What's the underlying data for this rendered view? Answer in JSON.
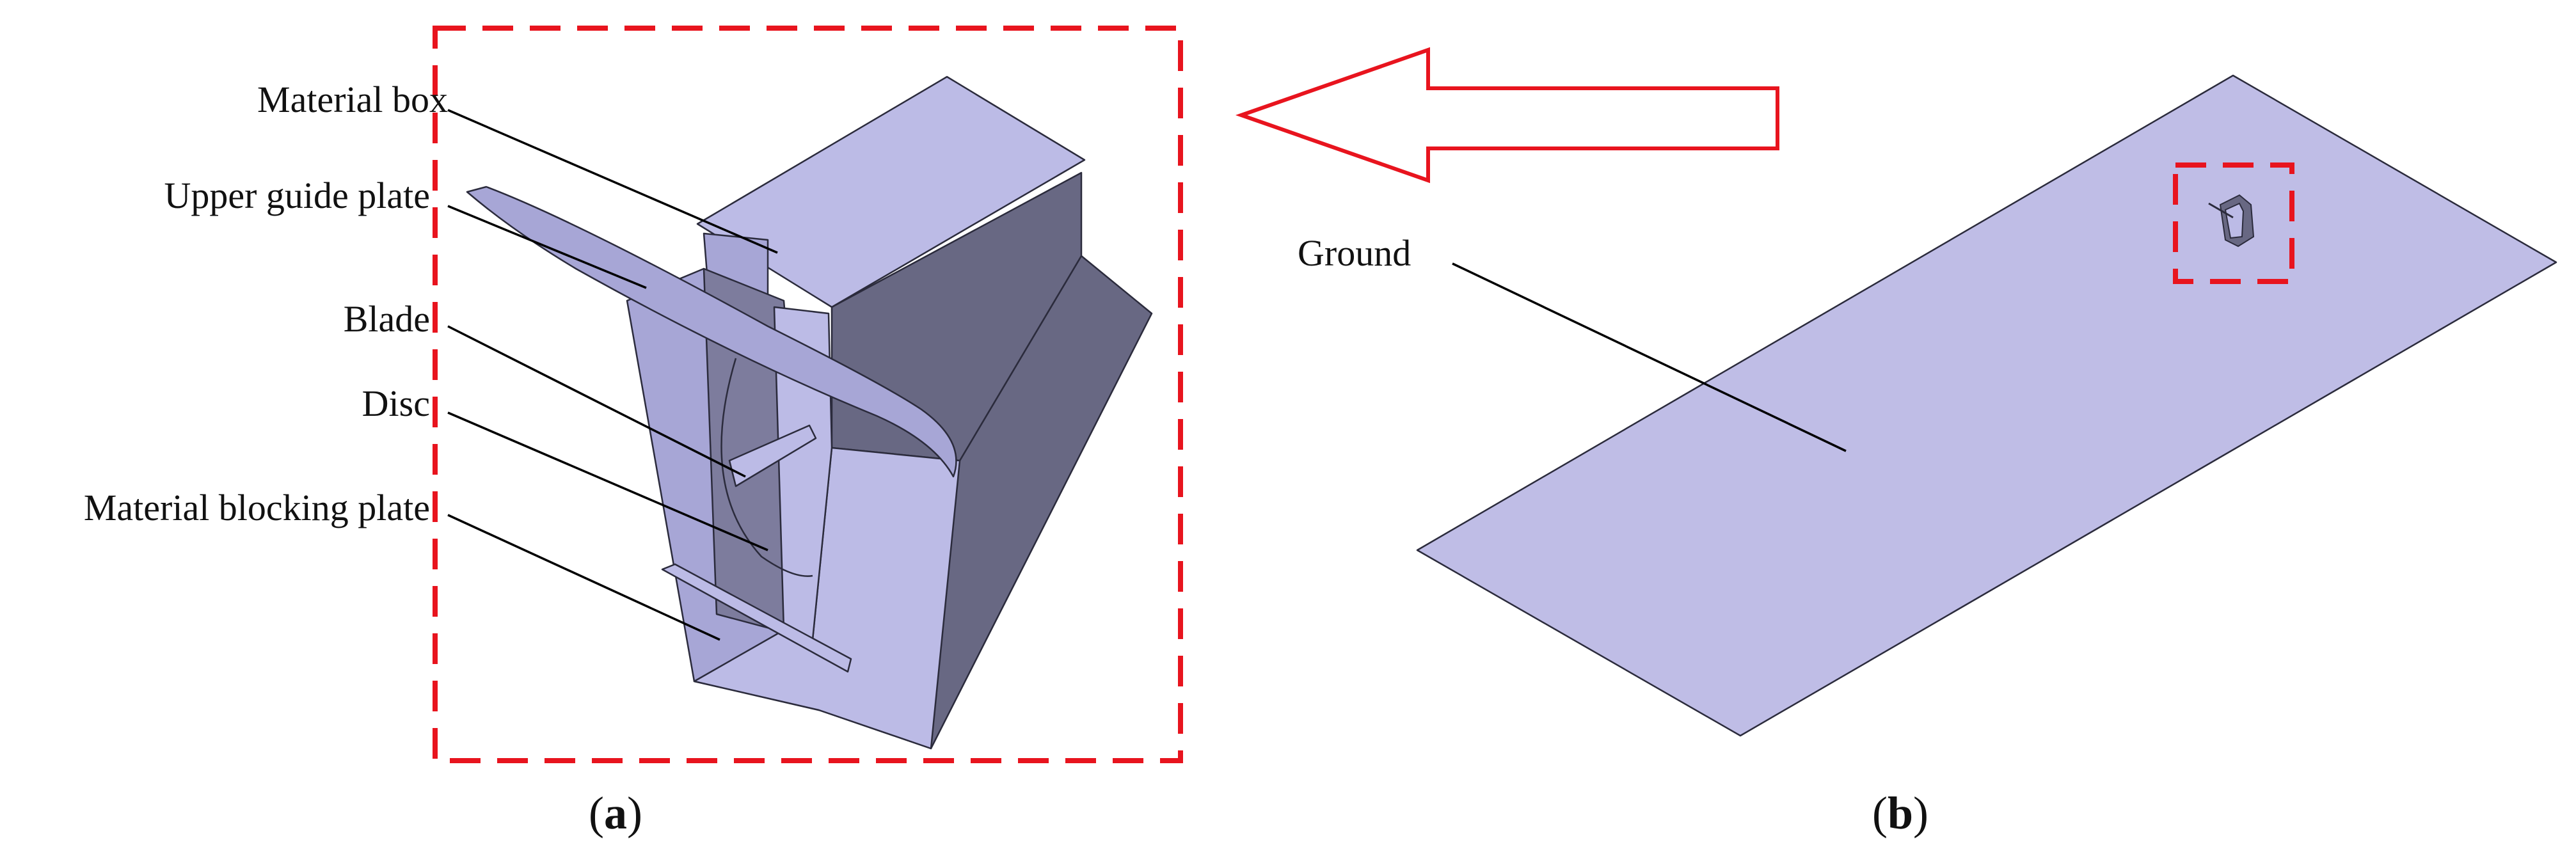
{
  "panels": {
    "a": {
      "label_open": "(",
      "label_letter": "a",
      "label_close": ")"
    },
    "b": {
      "label_open": "(",
      "label_letter": "b",
      "label_close": ")"
    }
  },
  "callouts": {
    "material_box": "Material box",
    "upper_guide_plate": "Upper guide plate",
    "blade": "Blade",
    "disc": "Disc",
    "material_blocking_plate": "Material blocking plate",
    "ground": "Ground"
  },
  "colors": {
    "highlight_red": "#e8141e",
    "face_light": "#bcbbe6",
    "face_mid": "#a7a6d6",
    "face_dark": "#686883",
    "ground_fill": "#bfbde6"
  }
}
